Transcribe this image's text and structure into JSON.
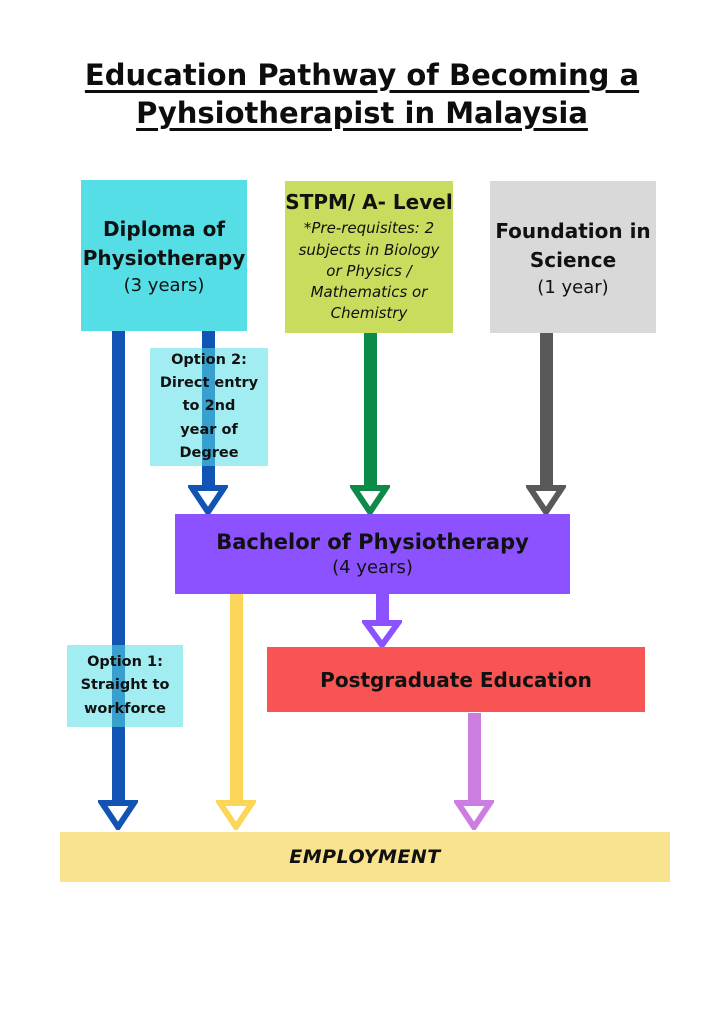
{
  "title": {
    "line1": "Education Pathway of Becoming a",
    "line2": "Pyhsiotherapist in Malaysia"
  },
  "boxes": {
    "diploma": {
      "title": "Diploma of\nPhysiotherapy",
      "subtitle": "(3 years)"
    },
    "stpm": {
      "title": "STPM/ A- Level",
      "note": "*Pre-requisites: 2 subjects in Biology or Physics / Mathematics or Chemistry"
    },
    "foundation": {
      "title": "Foundation in\nScience",
      "subtitle": "(1 year)"
    },
    "option2": {
      "label": "Option 2:\nDirect entry\nto 2nd\nyear of\nDegree"
    },
    "bachelor": {
      "title": "Bachelor of Physiotherapy",
      "subtitle": "(4 years)"
    },
    "option1": {
      "label": "Option 1:\nStraight to\nworkforce"
    },
    "postgraduate": {
      "title": "Postgraduate Education"
    },
    "employment": {
      "title": "EMPLOYMENT"
    }
  },
  "colors": {
    "cyan_box": "#55DEE5",
    "cyan_overlay": "rgba(85, 222, 229, 0.55)",
    "stpm_box": "#CADC5E",
    "gray_box": "#D9D9D9",
    "purple_box": "#8C52FF",
    "red_box": "#F95454",
    "employment_bar": "#FAE38E",
    "arrow_blue": "#1254B4",
    "arrow_green": "#0B8A48",
    "arrow_gray": "#595959",
    "arrow_purple": "#8C52FF",
    "arrow_yellow": "#FBD659",
    "arrow_orchid": "#CC7EE0",
    "text": "#0d0d0d"
  }
}
